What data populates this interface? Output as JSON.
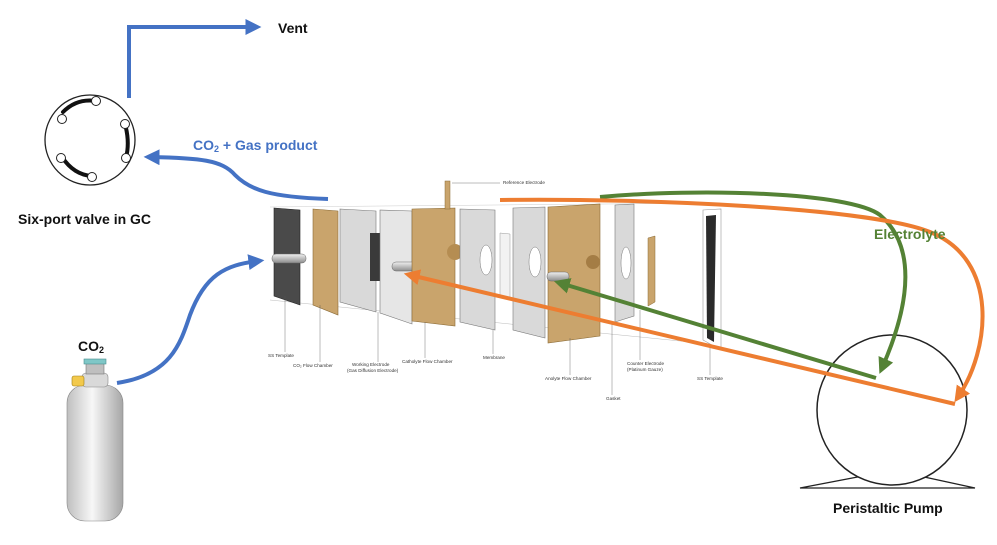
{
  "labels": {
    "vent": "Vent",
    "gas_product_prefix": "CO",
    "gas_product_sub": "2",
    "gas_product_suffix": " + Gas product",
    "six_port_valve": "Six-port valve in GC",
    "electrolyte": "Electrolyte",
    "co2_prefix": "CO",
    "co2_sub": "2",
    "peristaltic_pump": "Peristaltic Pump"
  },
  "cell_labels": {
    "reference_electrode": "Reference Electrode",
    "ss_template_left": "SS Template",
    "co2_flow_chamber": "CO₂ Flow Chamber",
    "working_electrode": "Working Electrode",
    "working_electrode_sub": "(Gas Diffusion Electrode)",
    "catholyte_flow_chamber": "Catholyte Flow Chamber",
    "membrane": "Membrane",
    "anolyte_flow_chamber": "Anolyte Flow Chamber",
    "gasket": "Gasket",
    "counter_electrode": "Counter Electrode",
    "counter_electrode_sub": "(Platinum Gauze)",
    "ss_template_right": "SS Template"
  },
  "colors": {
    "gas_line": "#4472c4",
    "gas_text": "#4472c4",
    "electrolyte_line": "#548235",
    "electrolyte_text": "#548235",
    "catholyte_line": "#ed7d31",
    "plate_steel": "#d9d9d9",
    "plate_wood": "#c9a46c",
    "plate_dark": "#4a4a4a"
  },
  "icons": {
    "valve": "six-port-valve-icon",
    "cylinder": "gas-cylinder-icon",
    "pump": "peristaltic-pump-icon"
  }
}
